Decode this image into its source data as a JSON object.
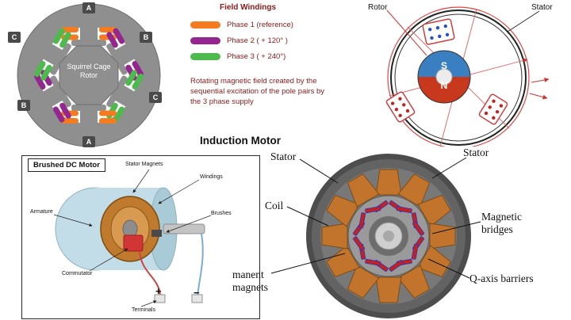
{
  "induction": {
    "title": "Induction Motor",
    "rotor_core_label": "Squirrel Cage Rotor",
    "poles": [
      "A",
      "B",
      "C",
      "A",
      "B",
      "C"
    ],
    "legend_title": "Field Windings",
    "legend": [
      {
        "label": "Phase 1 (reference)",
        "color": "#F47B20"
      },
      {
        "label": "Phase 2 ( + 120° )",
        "color": "#93278F"
      },
      {
        "label": "Phase 3 ( + 240°)",
        "color": "#4CBB4C"
      }
    ],
    "description": "Rotating magnetic field created by the sequential excitation of the pole pairs by the 3 phase supply"
  },
  "rotor_stator": {
    "rotor_label": "Rotor",
    "stator_label": "Stator",
    "south_pole": "S",
    "north_pole": "N"
  },
  "dc_motor": {
    "title": "Brushed DC Motor",
    "labels": {
      "stator_magnets": "Stator Magnets",
      "windings": "Windings",
      "armature": "Armature",
      "brushes": "Brushes",
      "commutator": "Commutator",
      "terminals": "Terminals",
      "positive": "+",
      "negative": "−"
    }
  },
  "ipm_motor": {
    "labels": {
      "stator_left": "Stator",
      "coil": "Coil",
      "stator_right": "Stator",
      "magnetic_bridges": "Magnetic bridges",
      "q_axis_barriers": "Q-axis barriers",
      "permanent_magnets": "manent magnets"
    }
  },
  "palette": {
    "phase1_orange": "#F47B20",
    "phase2_purple": "#93278F",
    "phase3_green": "#4CBB4C",
    "legend_text_red": "#8B1A1A",
    "stator_gray": "#8F8F8F",
    "rotor_blue": "#3A7FC1",
    "rotor_red": "#C8381C",
    "copper": "#C2742C",
    "magnet_red": "#C32020",
    "magnet_blue": "#2A35C0"
  }
}
